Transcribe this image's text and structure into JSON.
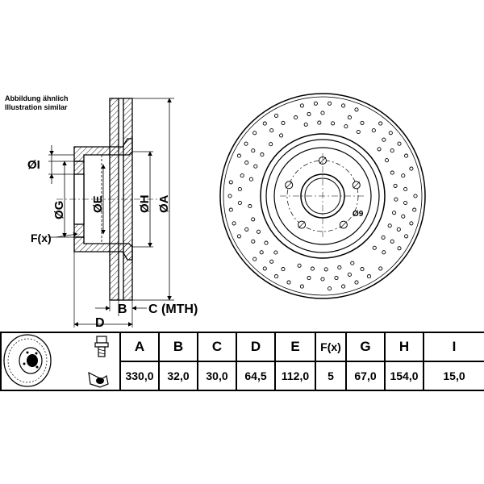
{
  "note": {
    "line1": "Abbildung ähnlich",
    "line2": "Illustration similar"
  },
  "dimension_labels": {
    "I": "ØI",
    "G": "ØG",
    "E": "ØE",
    "H": "ØH",
    "A": "ØA",
    "F": "F(x)",
    "B": "B",
    "C": "C (MTH)",
    "D": "D",
    "bolt_hole": "Ø9"
  },
  "table": {
    "headers": [
      "A",
      "B",
      "C",
      "D",
      "E",
      "F(x)",
      "G",
      "H",
      "I"
    ],
    "values": [
      "330,0",
      "32,0",
      "30,0",
      "64,5",
      "112,0",
      "5",
      "67,0",
      "154,0",
      "15,0"
    ]
  },
  "icons": [
    "brake-disc-icon",
    "bolt-icon",
    "wheel-hub-icon"
  ]
}
